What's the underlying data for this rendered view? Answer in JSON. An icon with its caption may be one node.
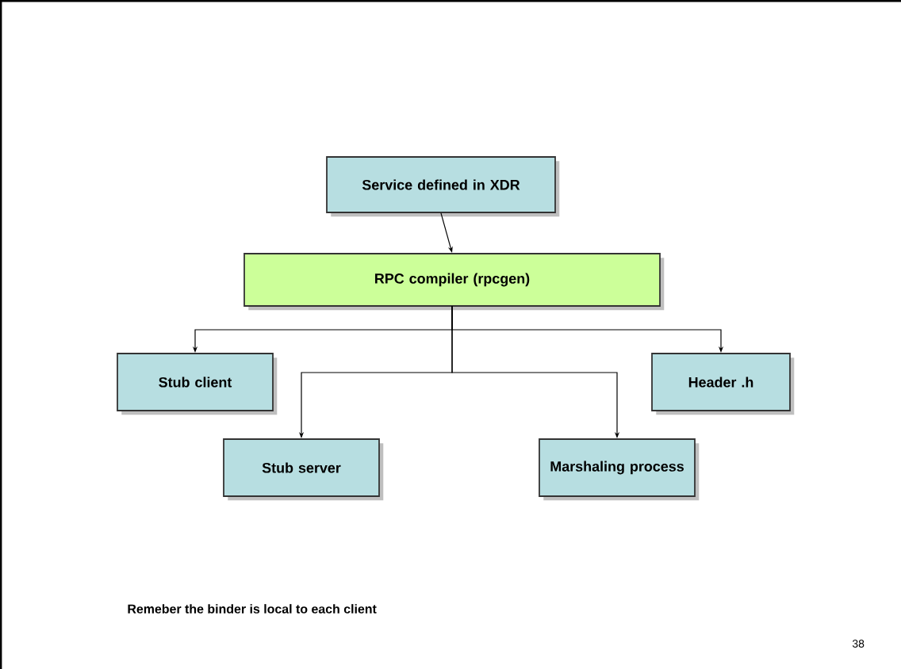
{
  "diagram": {
    "nodes": [
      {
        "text": [
          "Service defined in XDR"
        ]
      },
      {
        "text": [
          "RPC compiler (rpcgen)"
        ]
      },
      {
        "text": [
          "Stub client"
        ]
      },
      {
        "text": [
          "Stub server"
        ]
      },
      {
        "text": [
          "Marshaling process"
        ]
      },
      {
        "text": [
          "Header .h"
        ]
      }
    ],
    "edges": [
      {
        "from": 0,
        "to": 1,
        "arrow": "to"
      },
      {
        "from": 1,
        "to": 2,
        "arrow": "to"
      },
      {
        "from": 1,
        "to": 5,
        "arrow": "to"
      },
      {
        "from": 1,
        "to": 3,
        "arrow": "to"
      },
      {
        "from": 1,
        "to": 4,
        "arrow": "to"
      }
    ],
    "labels": [
      "Remeber the binder is local to each client",
      "38"
    ]
  }
}
